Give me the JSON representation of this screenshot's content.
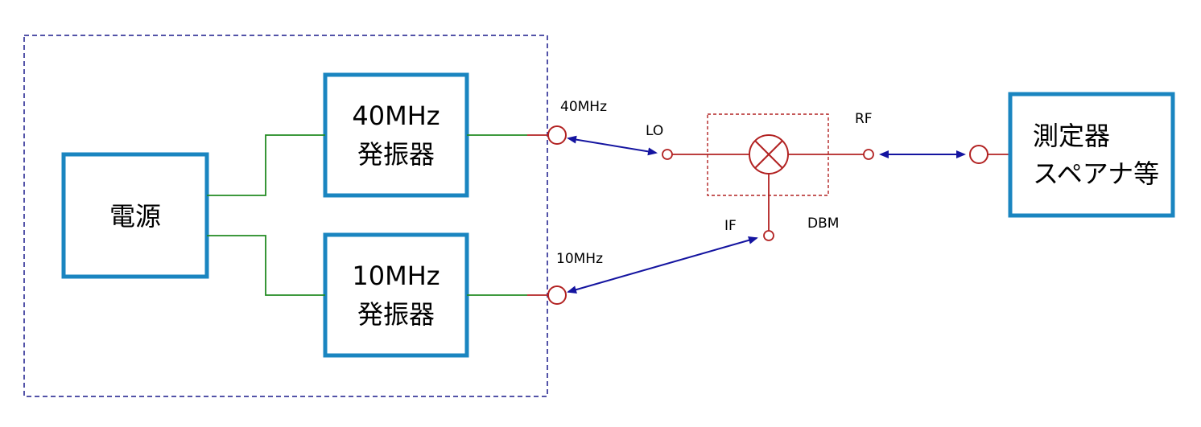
{
  "diagram": {
    "blocks": {
      "power": {
        "label": "電源"
      },
      "osc40": {
        "line1": "40MHz",
        "line2": "発振器"
      },
      "osc10": {
        "line1": "10MHz",
        "line2": "発振器"
      },
      "measure": {
        "line1": "測定器",
        "line2": "スペアナ等"
      }
    },
    "labels": {
      "out40": "40MHz",
      "out10": "10MHz",
      "lo": "LO",
      "rf": "RF",
      "if": "IF",
      "dbm": "DBM"
    },
    "colors": {
      "block_border": "#1a85c0",
      "enclosure": "#1a1a8c",
      "wire_green": "#228b22",
      "rf_red": "#b22222",
      "arrow_blue": "#1414a0"
    }
  }
}
